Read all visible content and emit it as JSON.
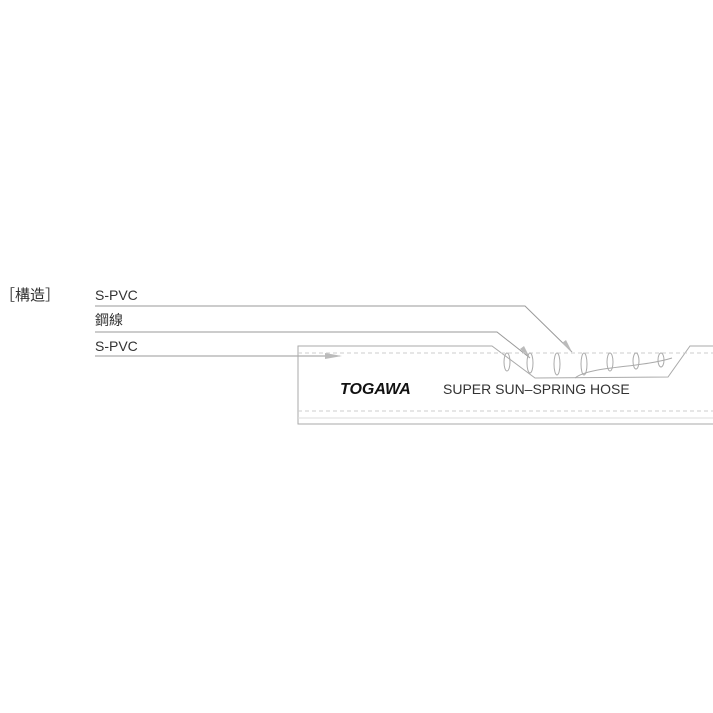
{
  "heading": "［構造］",
  "layers": [
    {
      "label": "S-PVC"
    },
    {
      "label": "鋼線"
    },
    {
      "label": "S-PVC"
    }
  ],
  "hose": {
    "brand_logo": "TOGAWA",
    "product_name": "SUPER SUN–SPRING HOSE"
  },
  "colors": {
    "line": "#999999",
    "text": "#333333",
    "logo": "#111111"
  }
}
